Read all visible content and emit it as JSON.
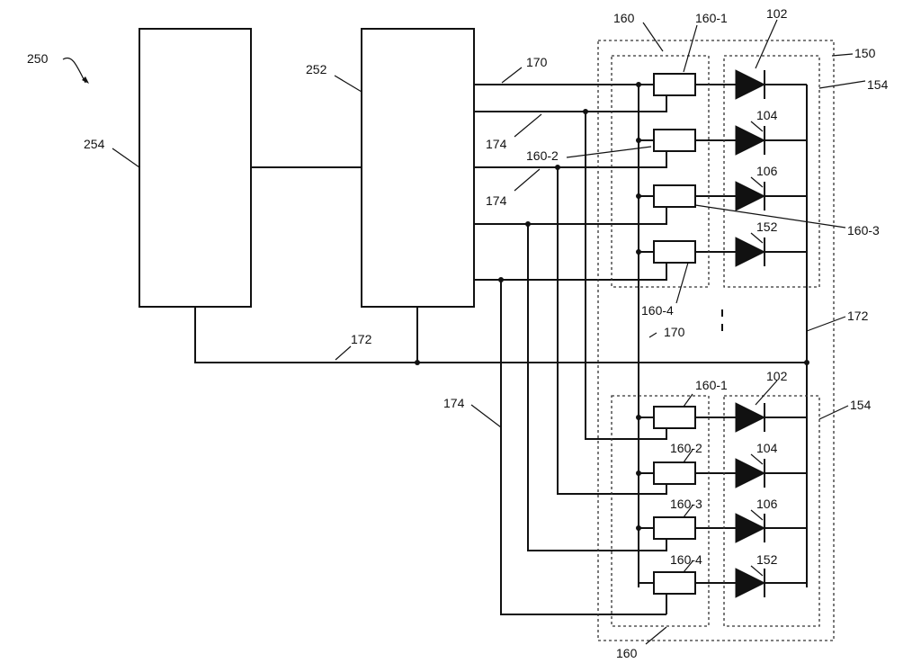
{
  "colors": {
    "ink": "#111111",
    "background": "#ffffff",
    "dash": "#333333"
  },
  "labels": {
    "ref_250": "250",
    "ref_254": "254",
    "ref_252": "252",
    "ref_170_top": "170",
    "ref_174_a": "174",
    "ref_174_b": "174",
    "ref_160_2_callout": "160-2",
    "ref_160_top": "160",
    "ref_160_1_top": "160-1",
    "ref_102_top": "102",
    "ref_150": "150",
    "ref_154_top": "154",
    "ref_104_top": "104",
    "ref_106_top": "106",
    "ref_152_top": "152",
    "ref_160_3_callout": "160-3",
    "ref_160_4_top": "160-4",
    "ref_172_right": "172",
    "ref_170_mid": "170",
    "ref_172_bottom": "172",
    "ref_174_c": "174",
    "ref_160_1_bottom": "160-1",
    "ref_102_bottom": "102",
    "ref_154_bottom": "154",
    "ref_160_2_bottom": "160-2",
    "ref_104_bottom": "104",
    "ref_160_3_bottom": "160-3",
    "ref_106_bottom": "106",
    "ref_160_4_bottom": "160-4",
    "ref_152_bottom": "152",
    "ref_160_bottom": "160"
  }
}
